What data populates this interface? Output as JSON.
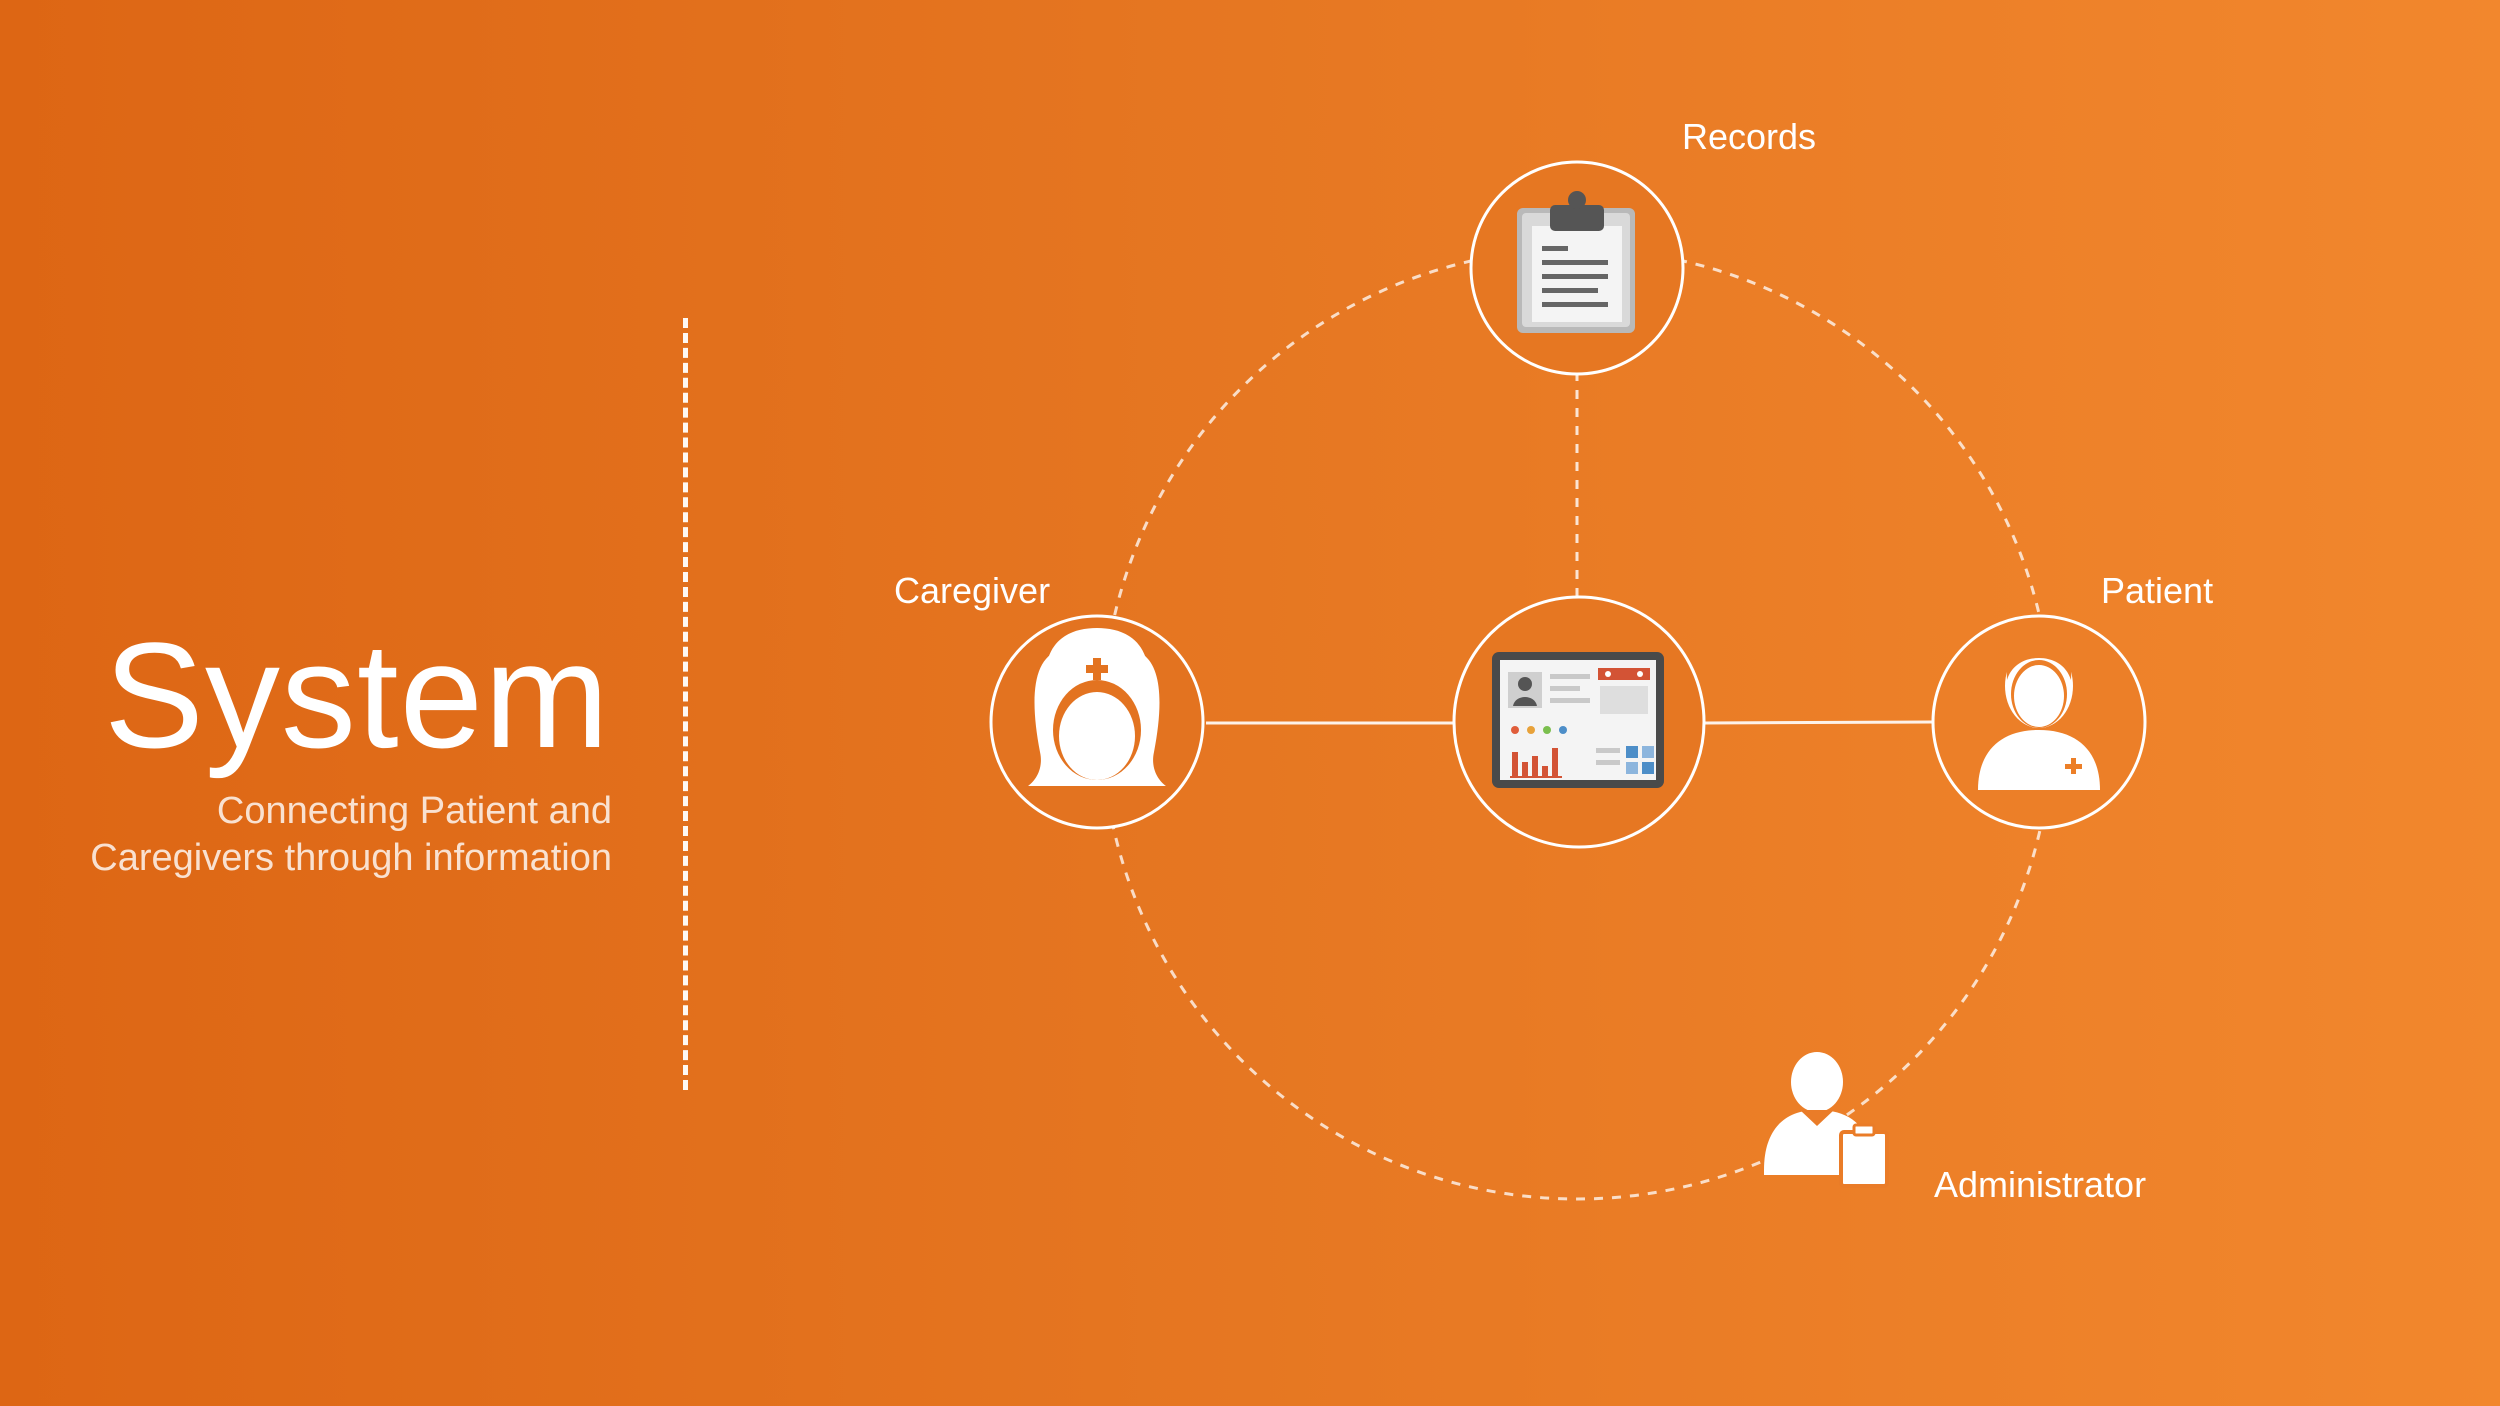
{
  "header": {
    "title": "System",
    "subtitle_line1": "Connecting Patient and",
    "subtitle_line2": "Caregivers through information"
  },
  "nodes": {
    "records": {
      "label": "Records",
      "icon": "clipboard-icon"
    },
    "caregiver": {
      "label": "Caregiver",
      "icon": "nurse-icon"
    },
    "patient": {
      "label": "Patient",
      "icon": "patient-icon"
    },
    "administrator": {
      "label": "Administrator",
      "icon": "administrator-icon"
    },
    "system": {
      "label": "",
      "icon": "dashboard-tablet-icon"
    }
  },
  "colors": {
    "background_left": "#dd6614",
    "background_right": "#f2872d",
    "line": "#ffffff",
    "tablet_frame": "#4a4a4a",
    "clipboard": "#d8d8d8"
  }
}
